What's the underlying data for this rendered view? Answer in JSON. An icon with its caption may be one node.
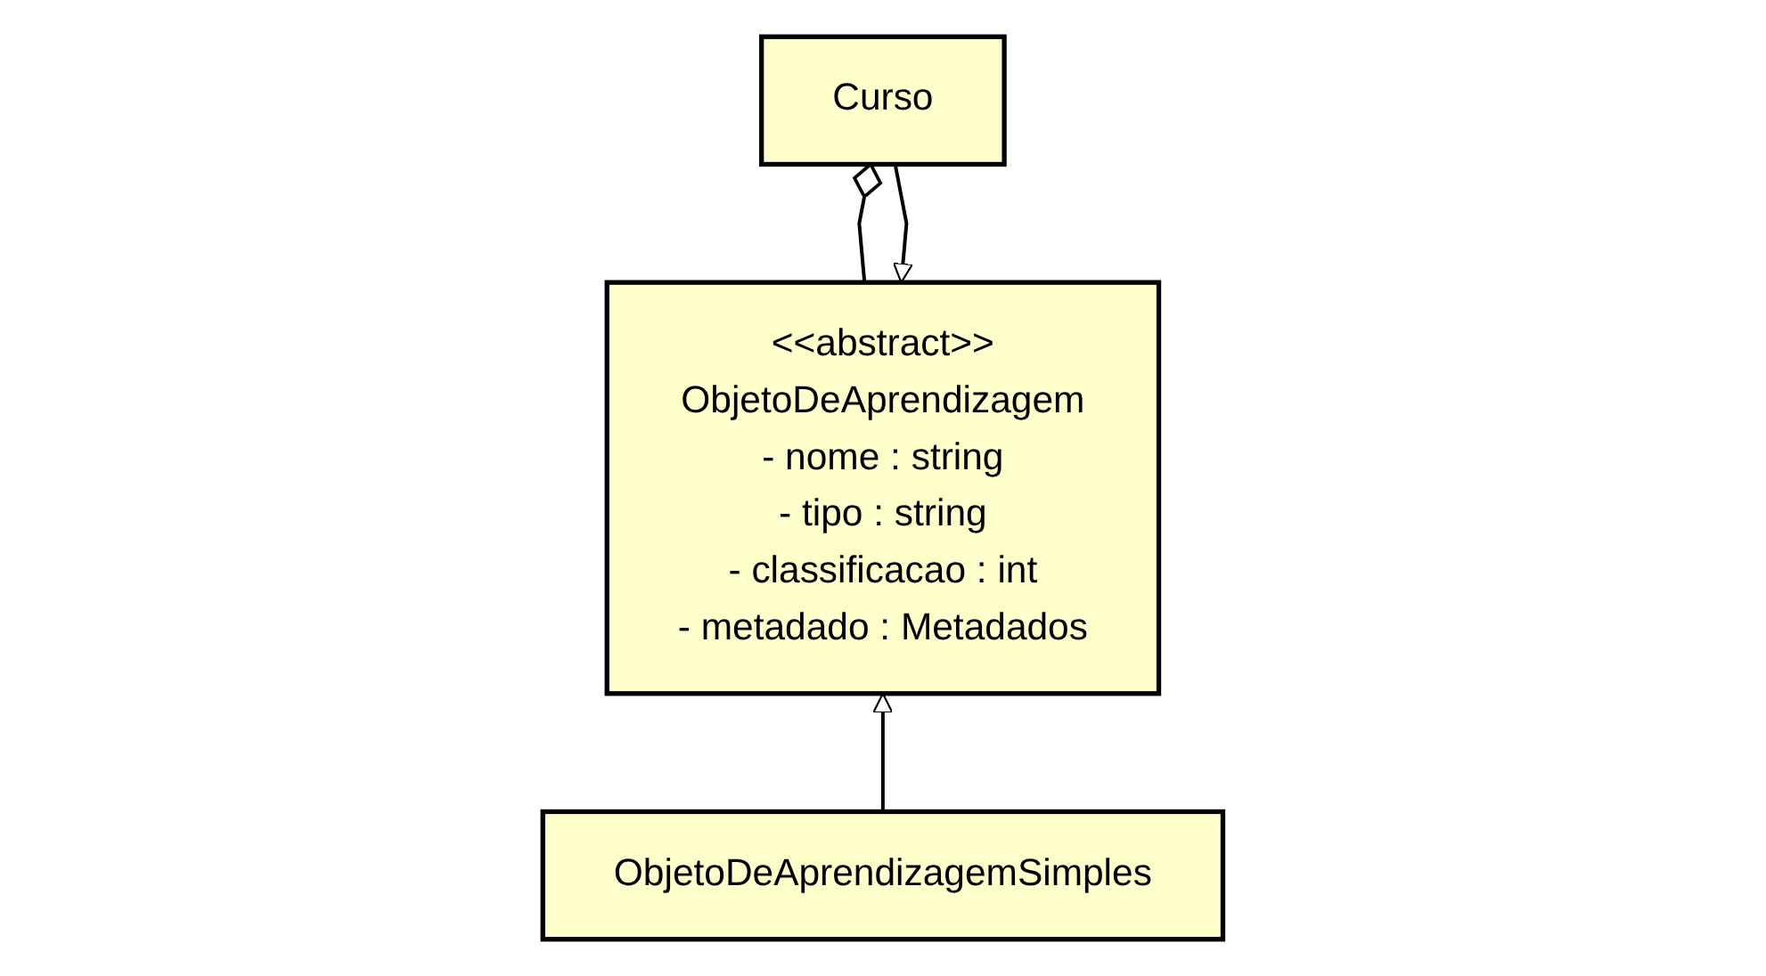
{
  "diagram": {
    "nodes": [
      {
        "text": [
          "<<abstract>>",
          "ObjetoDeAprendizagem",
          "- nome : string",
          "- tipo : string",
          "- classificacao : int",
          "- metadado : Metadados"
        ]
      },
      {
        "text": [
          "ObjetoDeAprendizagemSimples"
        ]
      },
      {
        "text": [
          "Curso"
        ]
      }
    ],
    "edges": [
      {
        "from": 1,
        "to": 0,
        "arrow": "to"
      },
      {
        "from": 2,
        "to": 0,
        "arrow": "to"
      },
      {
        "from": 0,
        "to": 2,
        "arrow": "other"
      }
    ]
  }
}
